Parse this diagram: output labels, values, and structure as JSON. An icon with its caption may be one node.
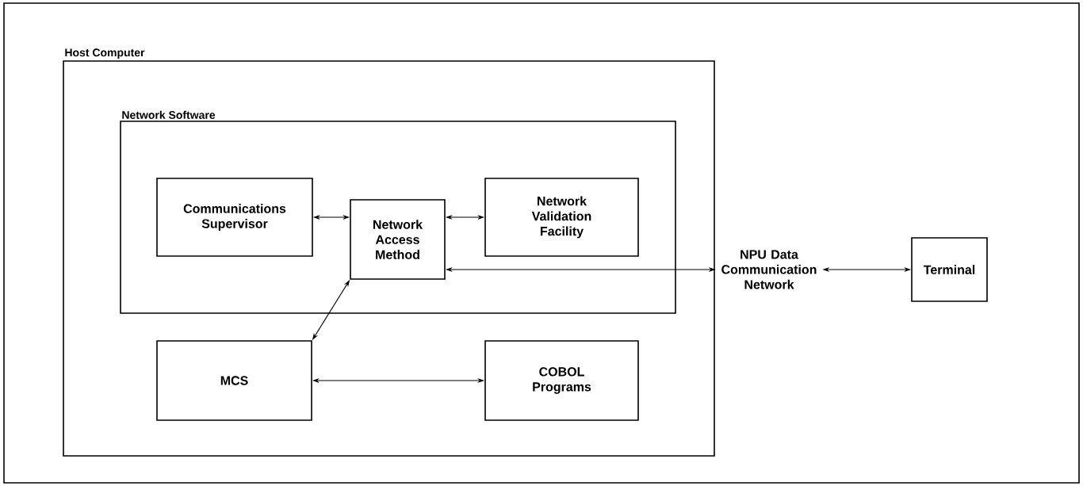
{
  "diagram": {
    "nodes": [
      {
        "text": [
          "Host Computer"
        ]
      },
      {
        "text": [
          "Network Software"
        ],
        "in": 0
      },
      {
        "text": [
          "Communications Supervisor"
        ],
        "in": 1
      },
      {
        "text": [
          "Network Access Method"
        ],
        "in": 1
      },
      {
        "text": [
          "Network Validation Facility"
        ],
        "in": 1
      },
      {
        "text": [
          "MCS"
        ],
        "in": 0
      },
      {
        "text": [
          "COBOL Programs"
        ],
        "in": 0
      },
      {
        "text": [
          "NPU Data Communication Network"
        ]
      },
      {
        "text": [
          "Terminal"
        ]
      }
    ],
    "edges": [
      {
        "from": 2,
        "to": 3,
        "arrow": "both"
      },
      {
        "from": 3,
        "to": 4,
        "arrow": "both"
      },
      {
        "from": 3,
        "to": 7,
        "arrow": "both"
      },
      {
        "from": 3,
        "to": 5,
        "arrow": "both"
      },
      {
        "from": 5,
        "to": 6,
        "arrow": "both"
      },
      {
        "from": 7,
        "to": 8,
        "arrow": "both"
      }
    ]
  }
}
